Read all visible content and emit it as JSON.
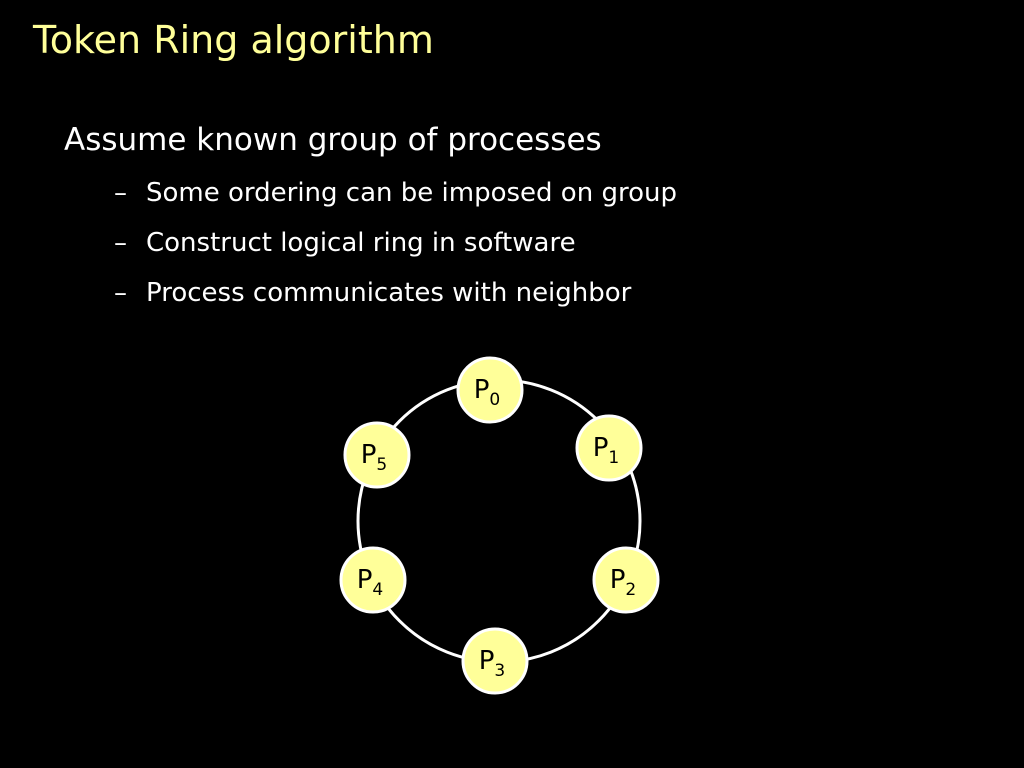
{
  "slide": {
    "title": "Token Ring algorithm",
    "bullet": "Assume known group of processes",
    "sub_bullets": [
      "Some ordering can be imposed on group",
      "Construct logical ring in software",
      "Process communicates with neighbor"
    ],
    "dash": "–"
  },
  "diagram": {
    "node_prefix": "P",
    "nodes": [
      {
        "label": "P",
        "subscript": "0"
      },
      {
        "label": "P",
        "subscript": "1"
      },
      {
        "label": "P",
        "subscript": "2"
      },
      {
        "label": "P",
        "subscript": "3"
      },
      {
        "label": "P",
        "subscript": "4"
      },
      {
        "label": "P",
        "subscript": "5"
      }
    ]
  },
  "colors": {
    "background": "#000000",
    "title": "#FFFF99",
    "text": "#FFFFFF",
    "node_fill": "#FFFF99",
    "node_stroke": "#FFFFFF",
    "ring": "#FFFFFF"
  }
}
